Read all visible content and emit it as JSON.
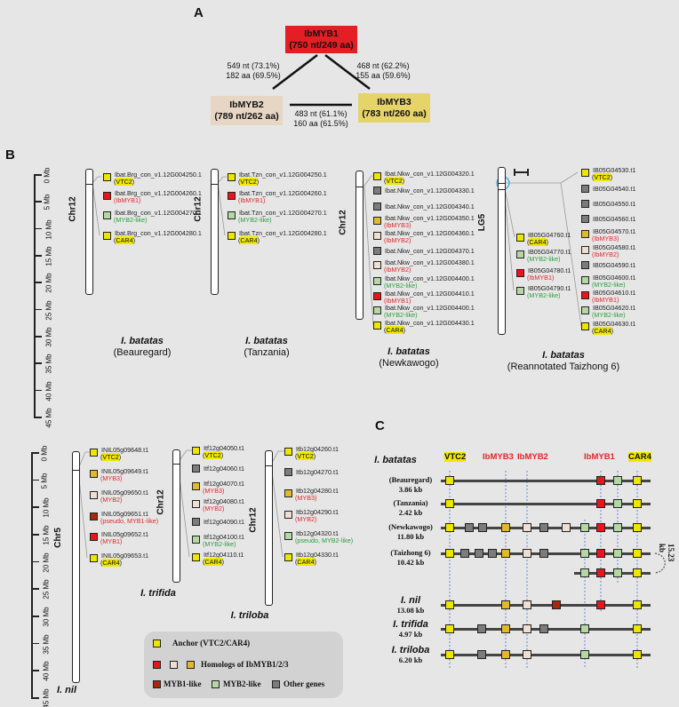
{
  "panel_a": {
    "letter": "A",
    "myb1": {
      "name": "IbMYB1",
      "size": "(750 nt/249 aa)",
      "color": "#e31e24"
    },
    "myb2": {
      "name": "IbMYB2",
      "size": "(789 nt/262 aa)",
      "color": "#e7d6c4"
    },
    "myb3": {
      "name": "IbMYB3",
      "size": "(783 nt/260 aa)",
      "color": "#e6d46a"
    },
    "myb1_myb2": {
      "nt": "549 nt (73.1%)",
      "aa": "182 aa (69.5%)"
    },
    "myb1_myb3": {
      "nt": "468 nt (62.2%)",
      "aa": "155 aa (59.6%)"
    },
    "myb2_myb3": {
      "nt": "483 nt (61.1%)",
      "aa": "160 aa (61.5%)"
    }
  },
  "panel_b": {
    "letter": "B",
    "scale_ticks": [
      "0 Mb",
      "5 Mb",
      "10 Mb",
      "15 Mb",
      "20 Mb",
      "25 Mb",
      "30 Mb",
      "35 Mb",
      "40 Mb",
      "45 Mb"
    ],
    "chromosomes": {
      "beauregard": {
        "chr": "Chr12",
        "species": "I. batatas",
        "cultivar": "(Beauregard)",
        "genes": [
          {
            "id": "Ibat.Brg_con_v1.12G004250.1",
            "tag": "VTC2",
            "type": "anchor"
          },
          {
            "id": "Ibat.Brg_con_v1.12G004260.1",
            "tag": "IbMYB1",
            "type": "myb1"
          },
          {
            "id": "Ibat.Brg_con_v1.12G004270.1",
            "tag": "MYB2-like",
            "type": "myb2like"
          },
          {
            "id": "Ibat.Brg_con_v1.12G004280.1",
            "tag": "CAR4",
            "type": "anchor"
          }
        ]
      },
      "tanzania": {
        "chr": "Chr12",
        "species": "I. batatas",
        "cultivar": "(Tanzania)",
        "genes": [
          {
            "id": "Ibat.Tzn_con_v1.12G004250.1",
            "tag": "VTC2",
            "type": "anchor"
          },
          {
            "id": "Ibat.Tzn_con_v1.12G004260.1",
            "tag": "IbMYB1",
            "type": "myb1"
          },
          {
            "id": "Ibat.Tzn_con_v1.12G004270.1",
            "tag": "MYB2-like",
            "type": "myb2like"
          },
          {
            "id": "Ibat.Tzn_con_v1.12G004280.1",
            "tag": "CAR4",
            "type": "anchor"
          }
        ]
      },
      "newkawogo": {
        "chr": "Chr12",
        "species": "I. batatas",
        "cultivar": "(Newkawogo)",
        "genes": [
          {
            "id": "Ibat.Nkw_con_v1.12G004320.1",
            "tag": "VTC2",
            "type": "anchor"
          },
          {
            "id": "Ibat.Nkw_con_v1.12G004330.1",
            "tag": "",
            "type": "other"
          },
          {
            "id": "Ibat.Nkw_con_v1.12G004340.1",
            "tag": "",
            "type": "other"
          },
          {
            "id": "Ibat.Nkw_con_v1.12G004350.1",
            "tag": "IbMYB3",
            "type": "myb3"
          },
          {
            "id": "Ibat.Nkw_con_v1.12G004360.1",
            "tag": "IbMYB2",
            "type": "myb2"
          },
          {
            "id": "Ibat.Nkw_con_v1.12G004370.1",
            "tag": "",
            "type": "other"
          },
          {
            "id": "Ibat.Nkw_con_v1.12G004380.1",
            "tag": "IbMYB2",
            "type": "myb2"
          },
          {
            "id": "Ibat.Nkw_con_v1.12G004400.1",
            "tag": "MYB2-like",
            "type": "myb2like"
          },
          {
            "id": "Ibat.Nkw_con_v1.12G004410.1",
            "tag": "IbMYB1",
            "type": "myb1"
          },
          {
            "id": "Ibat.Nkw_con_v1.12G004400.1",
            "tag": "MYB2-like",
            "type": "myb2like"
          },
          {
            "id": "Ibat.Nkw_con_v1.12G004430.1",
            "tag": "CAR4",
            "type": "anchor"
          }
        ]
      },
      "taizhong_left": {
        "chr": "LG5",
        "species": "I. batatas",
        "cultivar": "(Reannotated Taizhong 6)",
        "genes": [
          {
            "id": "IB05G04760.t1",
            "tag": "CAR4",
            "type": "anchor"
          },
          {
            "id": "IB05G04770.t1",
            "tag": "MYB2-like",
            "type": "myb2like"
          },
          {
            "id": "IB05G04780.t1",
            "tag": "IbMYB1",
            "type": "myb1"
          },
          {
            "id": "IB05G04790.t1",
            "tag": "MYB2-like",
            "type": "myb2like"
          }
        ]
      },
      "taizhong_right": {
        "genes": [
          {
            "id": "IB05G04530.t1",
            "tag": "VTC2",
            "type": "anchor"
          },
          {
            "id": "IB05G04540.t1",
            "tag": "",
            "type": "other"
          },
          {
            "id": "IB05G04550.t1",
            "tag": "",
            "type": "other"
          },
          {
            "id": "IB05G04560.t1",
            "tag": "",
            "type": "other"
          },
          {
            "id": "IB05G04570.t1",
            "tag": "IbMYB3",
            "type": "myb3"
          },
          {
            "id": "IB05G04580.t1",
            "tag": "IbMYB2",
            "type": "myb2"
          },
          {
            "id": "IB05G04590.t1",
            "tag": "",
            "type": "other"
          },
          {
            "id": "IB05G04600.t1",
            "tag": "MYB2-like",
            "type": "myb2like"
          },
          {
            "id": "IB05G04610.t1",
            "tag": "IbMYB1",
            "type": "myb1"
          },
          {
            "id": "IB05G04620.t1",
            "tag": "MYB2-like",
            "type": "myb2like"
          },
          {
            "id": "IB05G04630.t1",
            "tag": "CAR4",
            "type": "anchor"
          }
        ]
      },
      "nil": {
        "chr": "Chr5",
        "species": "I. nil",
        "cultivar": "",
        "genes": [
          {
            "id": "INIL05g09648.t1",
            "tag": "VTC2",
            "type": "anchor"
          },
          {
            "id": "INIL05g09649.t1",
            "tag": "MYB3",
            "type": "myb3"
          },
          {
            "id": "INIL05g09650.t1",
            "tag": "MYB2",
            "type": "myb2"
          },
          {
            "id": "INIL05g09651.t1",
            "tag": "pseudo, MYB1-like",
            "type": "myb1like"
          },
          {
            "id": "INIL05g09652.t1",
            "tag": "MYB1",
            "type": "myb1"
          },
          {
            "id": "INIL05g09653.t1",
            "tag": "CAR4",
            "type": "anchor"
          }
        ]
      },
      "trifida": {
        "chr": "Chr12",
        "species": "I. trifida",
        "cultivar": "",
        "genes": [
          {
            "id": "Itf12g04050.t1",
            "tag": "VTC2",
            "type": "anchor"
          },
          {
            "id": "Itf12g04060.t1",
            "tag": "",
            "type": "other"
          },
          {
            "id": "Itf12g04070.t1",
            "tag": "MYB3",
            "type": "myb3"
          },
          {
            "id": "Itf12g04080.t1",
            "tag": "MYB2",
            "type": "myb2"
          },
          {
            "id": "Itf12g04090.t1",
            "tag": "",
            "type": "other"
          },
          {
            "id": "Itf12g04100.t1",
            "tag": "MYB2-like",
            "type": "myb2like"
          },
          {
            "id": "Itf12g04110.t1",
            "tag": "CAR4",
            "type": "anchor"
          }
        ]
      },
      "triloba": {
        "chr": "Chr12",
        "species": "I. triloba",
        "cultivar": "",
        "genes": [
          {
            "id": "Itb12g04260.t1",
            "tag": "VTC2",
            "type": "anchor"
          },
          {
            "id": "Itb12g04270.t1",
            "tag": "",
            "type": "other"
          },
          {
            "id": "Itb12g04280.t1",
            "tag": "MYB3",
            "type": "myb3"
          },
          {
            "id": "Itb12g04290.t1",
            "tag": "MYB2",
            "type": "myb2"
          },
          {
            "id": "Itb12g04320.t1",
            "tag": "pseudo, MYB2-like",
            "type": "myb2like"
          },
          {
            "id": "Itb12g04330.t1",
            "tag": "CAR4",
            "type": "anchor"
          }
        ]
      }
    },
    "legend": {
      "anchor": "Anchor (VTC2/CAR4)",
      "homologs": "Homologs of IbMYB1/2/3",
      "myb1like": "MYB1-like",
      "myb2like": "MYB2-like",
      "other": "Other genes"
    }
  },
  "panel_c": {
    "letter": "C",
    "species_header": "I. batatas",
    "columns": [
      "VTC2",
      "IbMYB3",
      "IbMYB2",
      "IbMYB1",
      "CAR4"
    ],
    "gap_label": "15.23 kb",
    "rows": [
      {
        "label": "(Beauregard)",
        "size": "3.86 kb",
        "genes": [
          "anchor",
          "myb1",
          "myb2like",
          "anchor"
        ]
      },
      {
        "label": "(Tanzania)",
        "size": "2.42 kb",
        "genes": [
          "anchor",
          "myb1",
          "myb2like",
          "anchor"
        ]
      },
      {
        "label": "(Newkawogo)",
        "size": "11.80 kb",
        "genes": [
          "anchor",
          "other",
          "other",
          "myb3",
          "myb2",
          "other",
          "myb2",
          "myb2like",
          "myb1",
          "myb2like",
          "anchor"
        ]
      },
      {
        "label": "(Taizhong 6)",
        "size": "10.42 kb",
        "genes": [
          "anchor",
          "other",
          "other",
          "other",
          "myb3",
          "myb2",
          "other",
          "myb2like",
          "myb1",
          "myb2like",
          "anchor"
        ]
      },
      {
        "label": "",
        "size": "",
        "genes": [
          "myb2like",
          "myb1",
          "myb2like",
          "anchor"
        ]
      },
      {
        "label": "I. nil",
        "size": "13.08 kb",
        "genes": [
          "anchor",
          "myb3",
          "myb2",
          "myb1like",
          "myb1",
          "anchor"
        ]
      },
      {
        "label": "I. trifida",
        "size": "4.97 kb",
        "genes": [
          "anchor",
          "other",
          "myb3",
          "myb2",
          "other",
          "myb2like",
          "anchor"
        ]
      },
      {
        "label": "I. triloba",
        "size": "6.20 kb",
        "genes": [
          "anchor",
          "other",
          "myb3",
          "myb2",
          "myb2like",
          "anchor"
        ]
      }
    ]
  },
  "colors": {
    "anchor": "#ede600",
    "myb1": "#e8161b",
    "myb2": "#efdfd0",
    "myb3": "#e2b92c",
    "myb1like": "#a8280c",
    "myb2like": "#b4d8a4",
    "other": "#7c7c7c",
    "tag_red": "#e0262b",
    "tag_green": "#2a9d3c"
  }
}
